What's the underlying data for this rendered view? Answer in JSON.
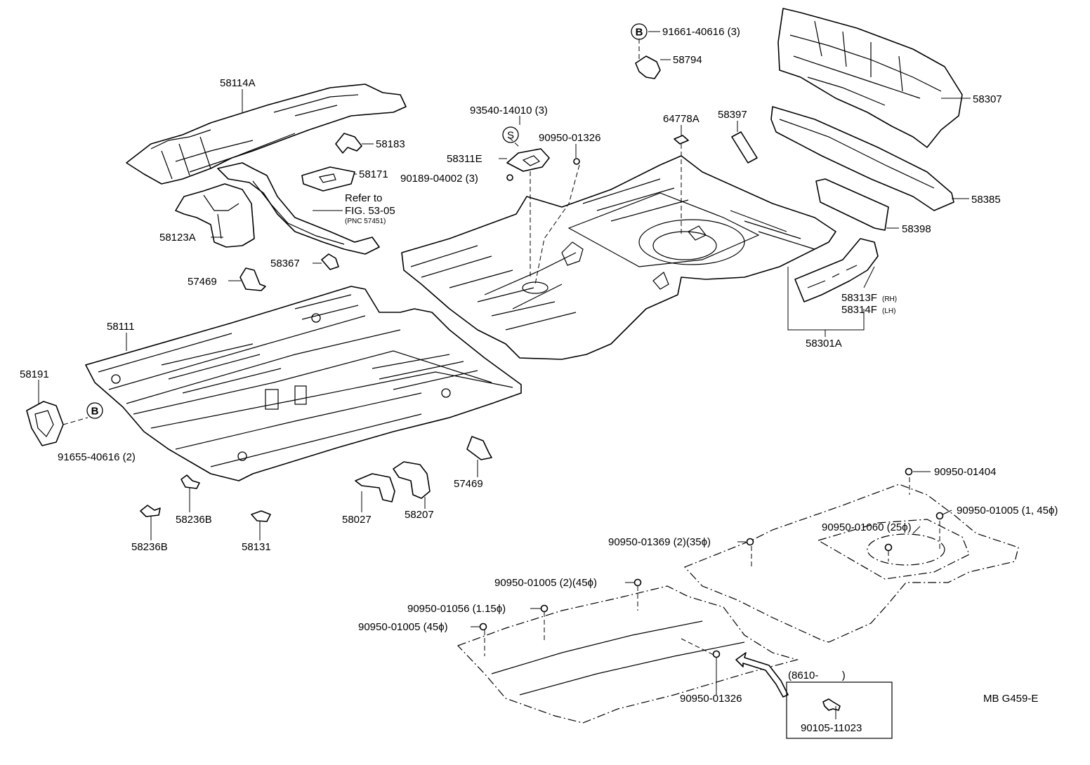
{
  "drawing_code": "MB G459-E",
  "callouts": {
    "b_top": "91661-40616 (3)",
    "p58794": "58794",
    "p58307": "58307",
    "p58114A": "58114A",
    "p58183": "58183",
    "p58171": "58171",
    "refer_line1": "Refer to",
    "refer_line2": "FIG. 53-05",
    "refer_line3": "(PNC 57451)",
    "p58123A": "58123A",
    "p93540": "93540-14010 (3)",
    "p90950_01326_top": "90950-01326",
    "p58311E": "58311E",
    "p90189": "90189-04002 (3)",
    "p64778A": "64778A",
    "p58397": "58397",
    "p58385": "58385",
    "p58398": "58398",
    "p58313F": "58313F",
    "p58313F_side": "(RH)",
    "p58314F": "58314F",
    "p58314F_side": "(LH)",
    "p58301A": "58301A",
    "p58367": "58367",
    "p57469_a": "57469",
    "p58111": "58111",
    "p58191": "58191",
    "p91655": "91655-40616 (2)",
    "p57469_b": "57469",
    "p58027": "58027",
    "p58207": "58207",
    "p58236B_a": "58236B",
    "p58236B_b": "58236B",
    "p58131": "58131",
    "p90950_01404": "90950-01404",
    "p90950_01005_a": "90950-01005 (1, 45ϕ)",
    "p90950_01060": "90950-01060 (25ϕ)",
    "p90950_01369": "90950-01369 (2)(35ϕ)",
    "p90950_01005_b": "90950-01005 (2)(45ϕ)",
    "p90950_01056": "90950-01056 (1.15ϕ)",
    "p90950_01005_c": "90950-01005 (45ϕ)",
    "p90950_01326_bottom": "90950-01326",
    "box_header": "(8610-        )",
    "p90105": "90105-11023"
  },
  "symbols": {
    "b_marker": "B",
    "s_marker": "S"
  },
  "colors": {
    "ink": "#000000",
    "paper": "#ffffff"
  }
}
